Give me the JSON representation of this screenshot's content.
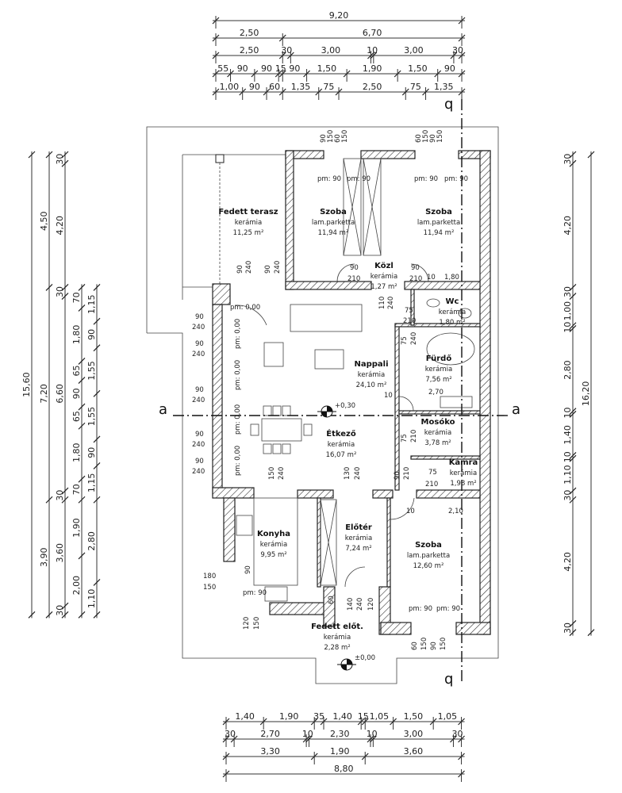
{
  "dimensions": {
    "top": [
      {
        "values": [
          920
        ],
        "labels": [
          "9,20"
        ]
      },
      {
        "values": [
          250,
          670
        ],
        "labels": [
          "2,50",
          "6,70"
        ]
      },
      {
        "values": [
          250,
          30,
          300,
          10,
          300,
          30
        ],
        "labels": [
          "2,50",
          "30",
          "3,00",
          "10",
          "3,00",
          "30"
        ]
      },
      {
        "values": [
          55,
          90,
          90,
          15,
          90,
          150,
          190,
          150,
          90
        ],
        "labels": [
          "55",
          "90",
          "90",
          "15",
          "90",
          "1,50",
          "1,90",
          "1,50",
          "90"
        ]
      },
      {
        "values": [
          100,
          90,
          60,
          135,
          75,
          250,
          75,
          135
        ],
        "labels": [
          "1,00",
          "90",
          "60",
          "1,35",
          "75",
          "2,50",
          "75",
          "1,35"
        ]
      }
    ],
    "bottom": [
      {
        "values": [
          140,
          190,
          35,
          140,
          15,
          105,
          150,
          105
        ],
        "labels": [
          "1,40",
          "1,90",
          "35",
          "1,40",
          "15",
          "1,05",
          "1,50",
          "1,05"
        ]
      },
      {
        "values": [
          30,
          270,
          10,
          230,
          10,
          300,
          30
        ],
        "labels": [
          "30",
          "2,70",
          "10",
          "2,30",
          "10",
          "3,00",
          "30"
        ]
      },
      {
        "values": [
          330,
          190,
          360
        ],
        "labels": [
          "3,30",
          "1,90",
          "3,60"
        ]
      },
      {
        "values": [
          880
        ],
        "labels": [
          "8,80"
        ]
      }
    ],
    "left": [
      {
        "start": 0,
        "values": [
          1560
        ],
        "labels": [
          "15,60"
        ]
      },
      {
        "start": 0,
        "values": [
          450,
          720,
          390
        ],
        "labels": [
          "4,50",
          "7,20",
          "3,90"
        ]
      },
      {
        "start": 0,
        "values": [
          30,
          420,
          30,
          660,
          30,
          360,
          30
        ],
        "labels": [
          "30",
          "4,20",
          "30",
          "6,60",
          "30",
          "3,60",
          "30"
        ]
      },
      {
        "start": 450,
        "values": [
          70,
          180,
          65,
          90,
          65,
          180,
          70,
          190,
          200
        ],
        "labels": [
          "70",
          "1,80",
          "65",
          "90",
          "65",
          "1,80",
          "70",
          "1,90",
          "2,00"
        ]
      },
      {
        "start": 450,
        "values": [
          115,
          90,
          155,
          155,
          90,
          115,
          280,
          110
        ],
        "labels": [
          "1,15",
          "90",
          "1,55",
          "1,55",
          "90",
          "1,15",
          "2,80",
          "1,10"
        ]
      }
    ],
    "right": [
      {
        "values": [
          30,
          420,
          30,
          100,
          10,
          280,
          10,
          140,
          10,
          110,
          30,
          420,
          30
        ],
        "labels": [
          "30",
          "4,20",
          "30",
          "1,00",
          "10",
          "2,80",
          "10",
          "1,40",
          "10",
          "1,10",
          "30",
          "4,20",
          "30"
        ]
      },
      {
        "values": [
          1620
        ],
        "labels": [
          "16,20"
        ]
      }
    ]
  },
  "rooms": [
    {
      "name": "Fedett terasz",
      "floor": "kerámia",
      "area": "11,25 m²"
    },
    {
      "name": "Szoba",
      "floor": "lam.parketta",
      "area": "11,94 m²"
    },
    {
      "name": "Szoba",
      "floor": "lam.parketta",
      "area": "11,94 m²"
    },
    {
      "name": "Közl",
      "floor": "kerámia",
      "area": "1,27 m²"
    },
    {
      "name": "Wc",
      "floor": "kerámia",
      "area": "1,80 m²"
    },
    {
      "name": "Fürdő",
      "floor": "kerámia",
      "area": "7,56 m²"
    },
    {
      "name": "Nappali",
      "floor": "kerámia",
      "area": "24,10 m²"
    },
    {
      "name": "Étkező",
      "floor": "kerámia",
      "area": "16,07 m²"
    },
    {
      "name": "Mosóko",
      "floor": "kerámia",
      "area": "3,78 m²"
    },
    {
      "name": "Kamra",
      "floor": "kerámia",
      "area": "1,98 m²"
    },
    {
      "name": "Konyha",
      "floor": "kerámia",
      "area": "9,95 m²"
    },
    {
      "name": "Előtér",
      "floor": "kerámia",
      "area": "7,24 m²"
    },
    {
      "name": "Szoba",
      "floor": "lam.parketta",
      "area": "12,60 m²"
    },
    {
      "name": "Fedett előt.",
      "floor": "kerámia",
      "area": "2,28 m²"
    }
  ],
  "annotations": {
    "win_top_left": [
      "90",
      "150",
      "60",
      "150"
    ],
    "win_top_right": [
      "60",
      "150",
      "90",
      "150"
    ],
    "pm90": "pm: 90",
    "pm000": "pm: 0,00",
    "terrace_win": [
      "90",
      "240",
      "90",
      "240"
    ],
    "left_wins": [
      "90",
      "240"
    ],
    "kozl": [
      "90",
      "210",
      "90",
      "210",
      "10",
      "1,80"
    ],
    "kozl_v": [
      "110",
      "240"
    ],
    "wc_door": [
      "75",
      "210"
    ],
    "furdo_door": [
      "75",
      "240"
    ],
    "furdo_dim": [
      "10",
      "2,70"
    ],
    "moso_door": [
      "75",
      "210"
    ],
    "kamra_door": [
      "75",
      "210",
      "90",
      "210"
    ],
    "living_bottom": [
      "150",
      "240",
      "130",
      "240"
    ],
    "szoba_dim": [
      "10",
      "2,10"
    ],
    "konyha": [
      "180",
      "150",
      "90",
      "120",
      "150"
    ],
    "entrance": [
      "140",
      "240",
      "120",
      "60"
    ],
    "szoba_win": [
      "60",
      "150",
      "90",
      "150"
    ],
    "level_living": "+0,30",
    "level_entrance": "±0,00",
    "section_a": "a",
    "section_q": "q"
  }
}
